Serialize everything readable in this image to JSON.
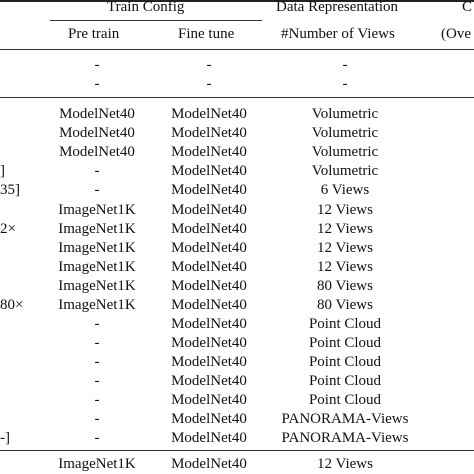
{
  "header": {
    "train_config": "Train Config",
    "data_representation": "Data Representation",
    "last_group_partial": "C",
    "pre_train": "Pre train",
    "fine_tune": "Fine tune",
    "num_views": "#Number of Views",
    "last_sub_partial": "(Ove"
  },
  "rows": [
    {
      "left": "",
      "pre": "-",
      "fine": "-",
      "data": "-"
    },
    {
      "left": "",
      "pre": "-",
      "fine": "-",
      "data": "-"
    },
    {
      "left": "",
      "pre": "ModelNet40",
      "fine": "ModelNet40",
      "data": "Volumetric"
    },
    {
      "left": "",
      "pre": "ModelNet40",
      "fine": "ModelNet40",
      "data": "Volumetric"
    },
    {
      "left": "",
      "pre": "ModelNet40",
      "fine": "ModelNet40",
      "data": "Volumetric"
    },
    {
      "left": "]",
      "pre": "-",
      "fine": "ModelNet40",
      "data": "Volumetric"
    },
    {
      "left": "35]",
      "pre": "-",
      "fine": "ModelNet40",
      "data": "6 Views"
    },
    {
      "left": "",
      "pre": "ImageNet1K",
      "fine": "ModelNet40",
      "data": "12 Views"
    },
    {
      "left": "2×",
      "pre": "ImageNet1K",
      "fine": "ModelNet40",
      "data": "12 Views"
    },
    {
      "left": "",
      "pre": "ImageNet1K",
      "fine": "ModelNet40",
      "data": "12 Views"
    },
    {
      "left": "",
      "pre": "ImageNet1K",
      "fine": "ModelNet40",
      "data": "12 Views"
    },
    {
      "left": "",
      "pre": "ImageNet1K",
      "fine": "ModelNet40",
      "data": "80 Views"
    },
    {
      "left": "80×",
      "pre": "ImageNet1K",
      "fine": "ModelNet40",
      "data": "80 Views"
    },
    {
      "left": "",
      "pre": "-",
      "fine": "ModelNet40",
      "data": "Point Cloud"
    },
    {
      "left": "",
      "pre": "-",
      "fine": "ModelNet40",
      "data": "Point Cloud"
    },
    {
      "left": "",
      "pre": "-",
      "fine": "ModelNet40",
      "data": "Point Cloud"
    },
    {
      "left": "",
      "pre": "-",
      "fine": "ModelNet40",
      "data": "Point Cloud"
    },
    {
      "left": "",
      "pre": "-",
      "fine": "ModelNet40",
      "data": "Point Cloud"
    },
    {
      "left": "",
      "pre": "-",
      "fine": "ModelNet40",
      "data": "PANORAMA-Views"
    },
    {
      "left": "-]",
      "pre": "-",
      "fine": "ModelNet40",
      "data": "PANORAMA-Views"
    }
  ],
  "final_row": {
    "left": "",
    "pre": "ImageNet1K",
    "fine": "ModelNet40",
    "data": "12 Views"
  }
}
